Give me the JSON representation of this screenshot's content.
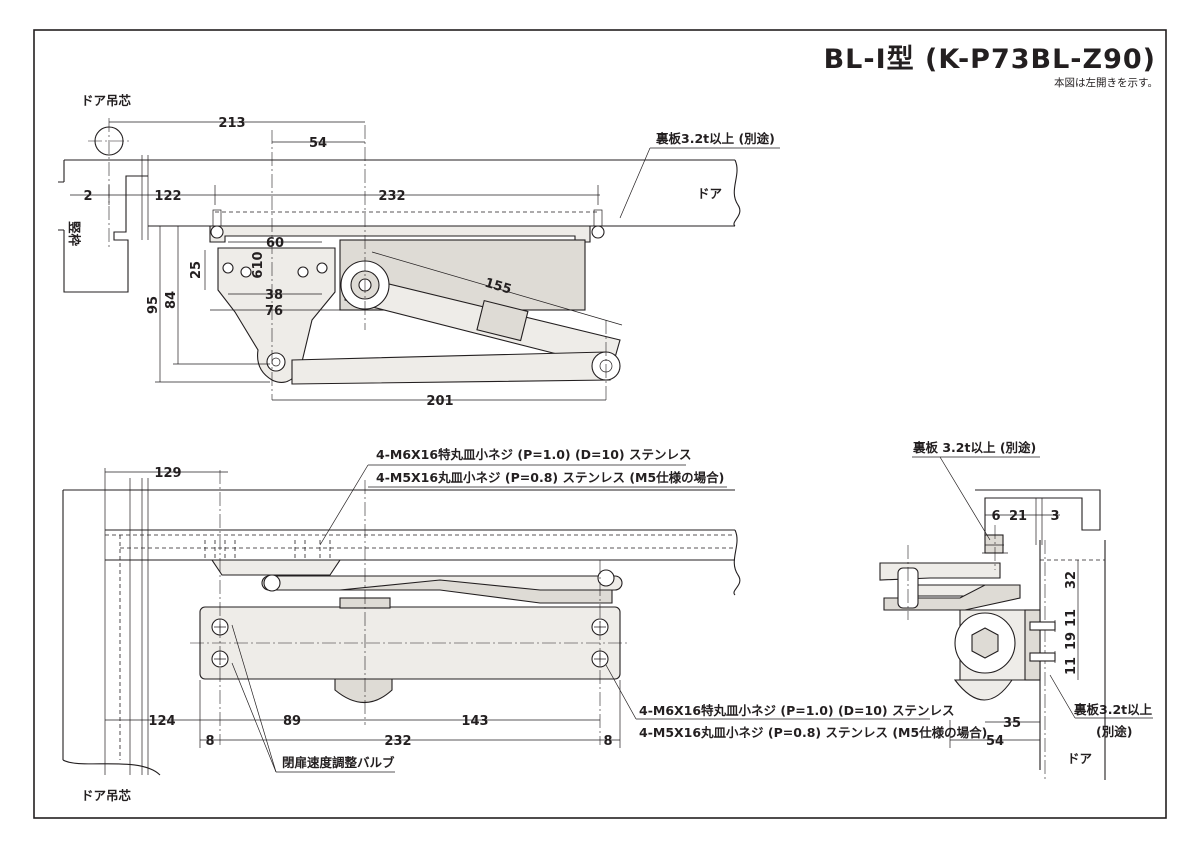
{
  "title": {
    "main": "BL-Ⅰ型 (K-P73BL-Z90)",
    "sub": "本図は左開きを示す。"
  },
  "labels": {
    "pivot_top": "ドア吊芯",
    "pivot_bottom": "ドア吊芯",
    "frame": "竪枠",
    "door_top": "ドア",
    "door_side": "ドア",
    "backplate_top": "裏板3.2t以上 (別途)",
    "backplate_side": "裏板 3.2t以上 (別途)",
    "backplate_side2_line1": "裏板3.2t以上",
    "backplate_side2_line2": "(別途)",
    "screw_upper_line1": "4-M6X16特丸皿小ネジ (P=1.0) (D=10) ステンレス",
    "screw_upper_line2": "4-M5X16丸皿小ネジ (P=0.8) ステンレス (M5仕様の場合)",
    "screw_lower_line1": "4-M6X16特丸皿小ネジ (P=1.0) (D=10) ステンレス",
    "screw_lower_line2": "4-M5X16丸皿小ネジ (P=0.8) ステンレス (M5仕様の場合)",
    "valve": "閉扉速度調整バルブ"
  },
  "dims_top": {
    "d213": "213",
    "d54": "54",
    "d2": "2",
    "d122": "122",
    "d232": "232",
    "d60": "60",
    "d25": "25",
    "d10": "610",
    "d38": "38",
    "d76": "76",
    "d95": "95",
    "d84": "84",
    "d155": "155",
    "d201": "201"
  },
  "dims_front": {
    "d129": "129",
    "d124": "124",
    "d89": "89",
    "d143": "143",
    "d8a": "8",
    "d232": "232",
    "d8b": "8"
  },
  "dims_side": {
    "d6": "6",
    "d21": "21",
    "d3": "3",
    "d32": "32",
    "d11a": "11",
    "d19": "19",
    "d11b": "11",
    "d35": "35",
    "d54": "54"
  }
}
